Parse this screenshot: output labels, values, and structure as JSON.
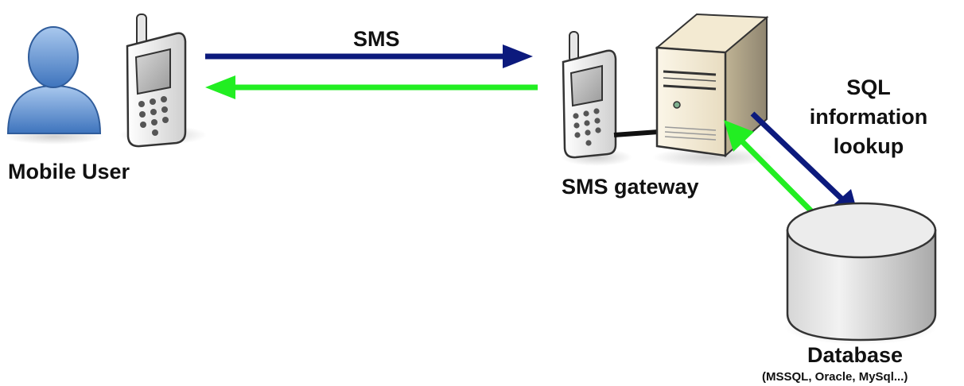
{
  "labels": {
    "arrow_label": "SMS",
    "mobile_user": "Mobile User",
    "gateway": "SMS gateway",
    "sql_line1": "SQL",
    "sql_line2": "information",
    "sql_line3": "lookup",
    "database": "Database",
    "database_sub": "(MSSQL, Oracle, MySql...)"
  },
  "colors": {
    "request_arrow": "#0c1a7d",
    "response_arrow": "#22ee22",
    "person": "#5b8fd1",
    "phone_body": "#f2f2f2",
    "server_body": "#f5edd8",
    "database": "#e0e0e0"
  },
  "icons": [
    "person-icon",
    "mobile-phone-icon",
    "server-icon",
    "database-icon"
  ]
}
